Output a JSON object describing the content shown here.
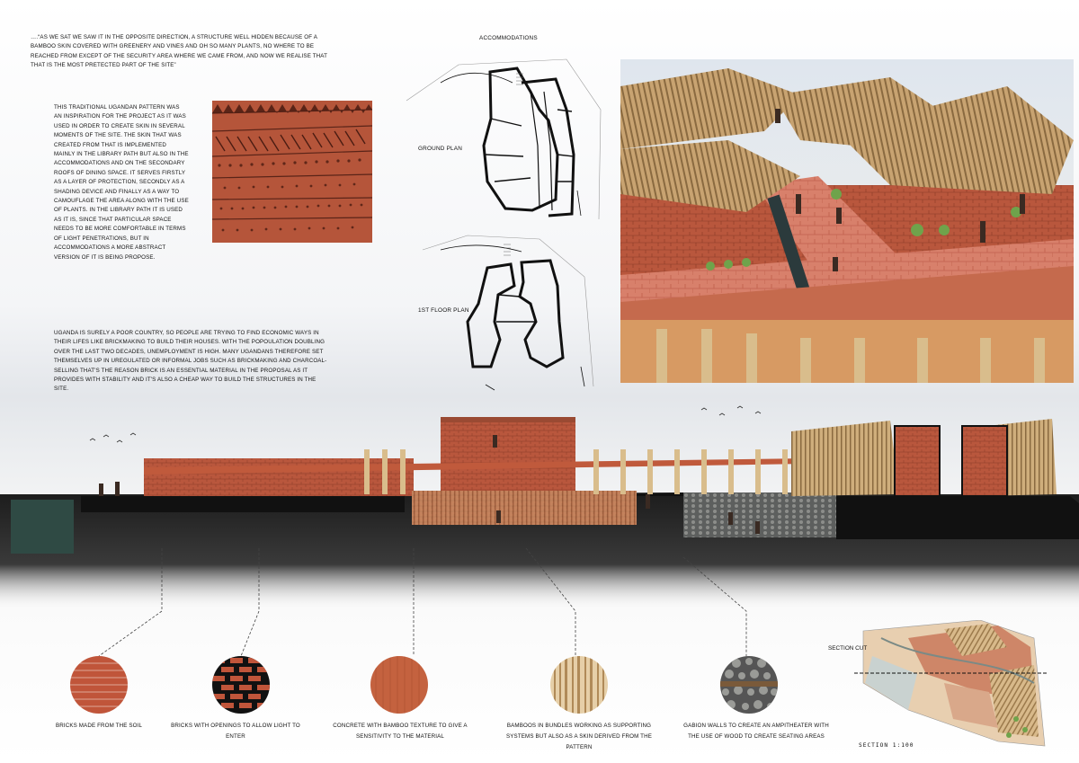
{
  "texts": {
    "quote": "….“AS WE SAT WE SAW IT IN THE OPPOSITE DIRECTION, A STRUCTURE WELL HIDDEN BECAUSE OF A BAMBOO SKIN COVERED WITH GREENERY AND VINES AND OH SO MANY PLANTS, NO WHERE TO BE REACHED FROM EXCEPT OF THE SECURITY AREA WHERE WE CAME FROM, AND NOW WE REALISE THAT THAT IS THE MOST PRETECTED PART OF THE SITE”",
    "pattern_paragraph": "THIS TRADITIONAL UGANDAN PATTERN WAS AN INSPIRATION FOR THE PROJECT AS IT WAS USED IN ORDER TO CREATE SKIN IN SEVERAL MOMENTS OF THE SITE. THE SKIN THAT WAS CREATED FROM THAT IS IMPLEMENTED MAINLY IN THE LIBRARY PATH BUT ALSO IN THE ACCOMMODATIONS AND ON THE SECONDARY ROOFS OF DINING SPACE. IT SERVES FIRSTLY AS A LAYER OF PROTECTION, SECONDLY AS A SHADING DEVICE AND FINALLY AS A WAY TO CAMOUFLAGE THE AREA ALONG WITH THE USE OF PLANTS. IN THE LIBRARY PATH IT IS USED AS IT IS, SINCE THAT PARTICULAR SPACE NEEDS TO BE MORE COMFORTABLE IN TERMS OF LIGHT PENETRATIONS, BUT IN ACCOMMODATIONS A MORE ABSTRACT VERSION OF IT IS BEING PROPOSE.",
    "uganda_paragraph": "UGANDA IS SURELY A POOR COUNTRY, SO PEOPLE ARE TRYING TO FIND ECONOMIC WAYS IN THEIR LIFES LIKE BRICKMAKING TO BUILD THEIR HOUSES. WITH THE POPOULATION DOUBLING OVER THE LAST TWO DECADES, UNEMPLOYMENT IS HIGH. MANY UGANDANS THEREFORE SET THEMSELVES UP IN UREGULATED OR INFORMAL JOBS SUCH AS BRICKMAKING AND CHARCOAL-SELLING THAT'S THE REASON BRICK IS AN ESSENTIAL MATERIAL IN THE PROPOSAL AS IT PROVIDES WITH STABILITY AND IT'S ALSO A CHEAP WAY TO BUILD THE STRUCTURES IN THE SITE."
  },
  "plans": {
    "title": "ACCOMMODATIONS",
    "ground_label": "GROUND PLAN",
    "first_label": "1ST FLOOR PLAN"
  },
  "materials": [
    {
      "label": "BRICKS MADE FROM THE SOIL",
      "icon": "brick-texture"
    },
    {
      "label": "BRICKS WITH OPENINGS TO ALLOW LIGHT TO ENTER",
      "icon": "perforated-brick-texture"
    },
    {
      "label": "CONCRETE WITH BAMBOO TEXTURE TO GIVE A SENSITIVITY TO THE MATERIAL",
      "icon": "concrete-texture"
    },
    {
      "label": "BAMBOOS IN BUNDLES WORKING AS SUPPORTING SYSTEMS BUT ALSO AS A SKIN DERIVED FROM THE PATTERN",
      "icon": "bamboo-texture"
    },
    {
      "label": "GABION WALLS TO CREATE AN AMPITHEATER WITH THE USE OF WOOD TO CREATE SEATING AREAS",
      "icon": "gabion-texture"
    }
  ],
  "site": {
    "section_cut_label": "SECTION CUT",
    "scale_label": "SECTION 1:100"
  },
  "colors": {
    "brick": "#b5553a",
    "bamboo": "#d9b98a",
    "ground": "#1c1c1c",
    "water": "#2f4a44"
  }
}
